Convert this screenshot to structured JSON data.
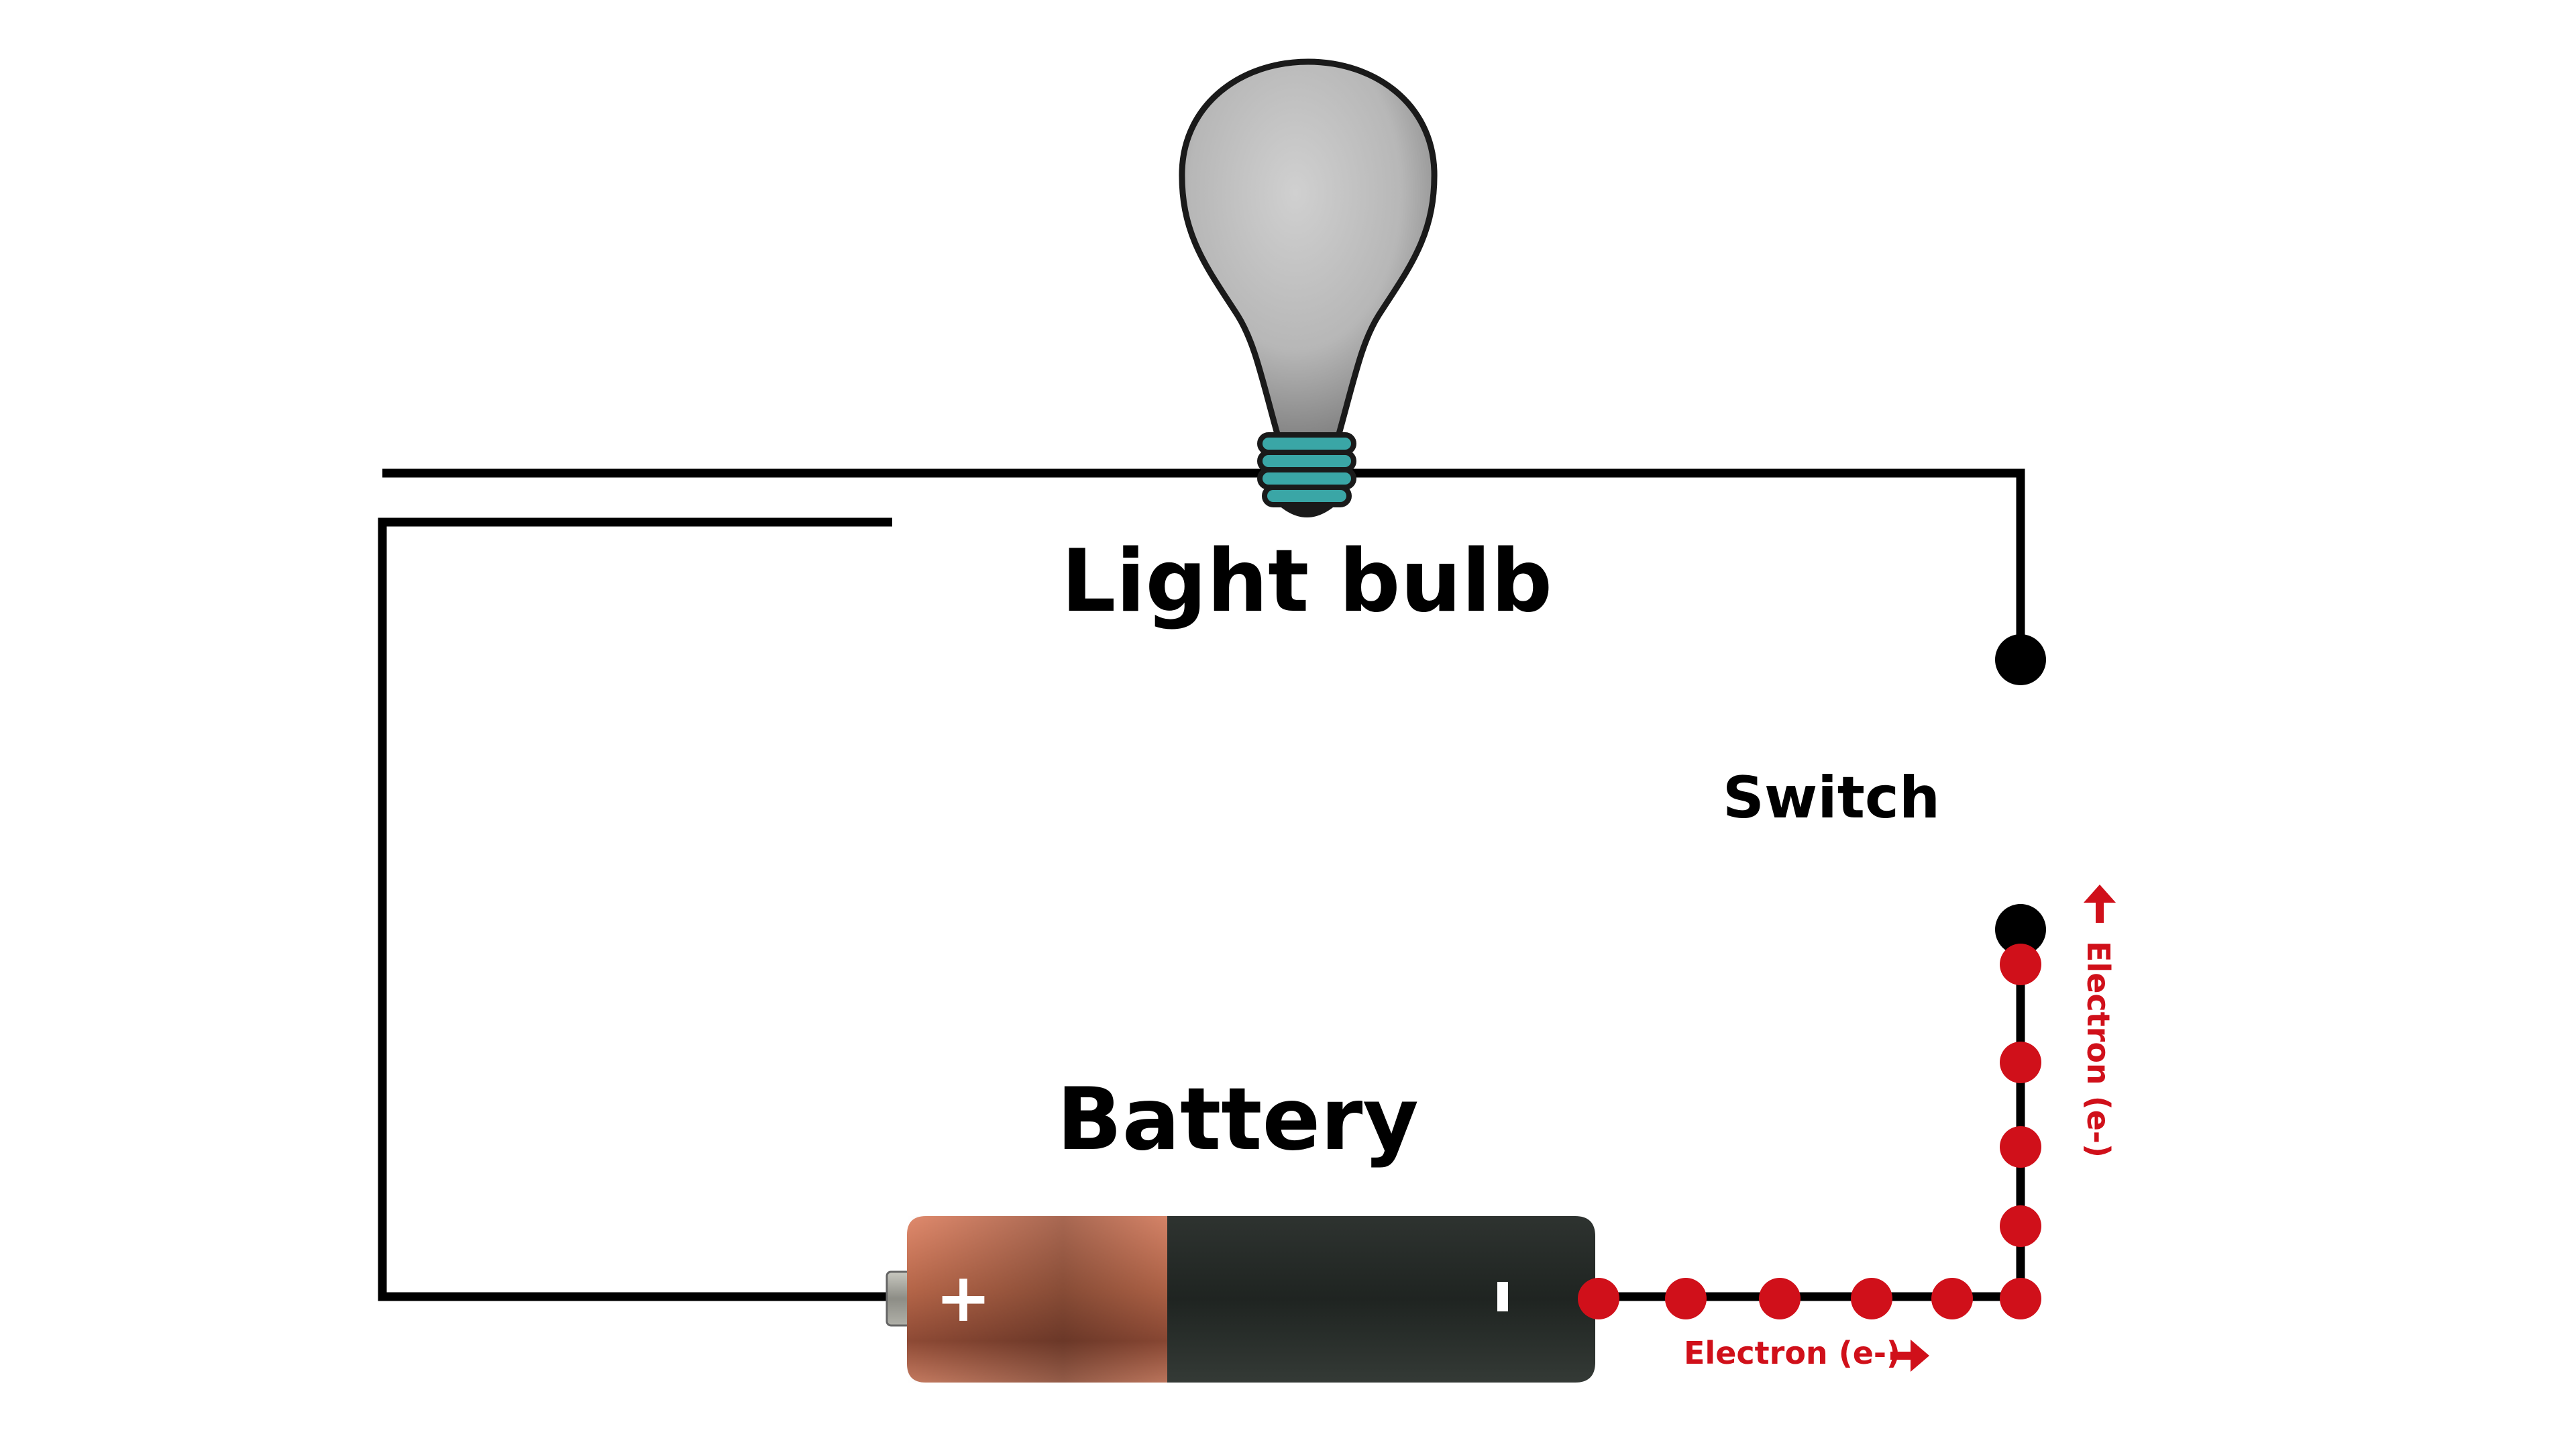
{
  "labels": {
    "light_bulb": "Light bulb",
    "switch": "Switch",
    "battery": "Battery",
    "battery_positive": "+",
    "battery_negative": "-",
    "electron_horizontal": "Electron (e-)",
    "electron_vertical": "Electron (e-)"
  },
  "colors": {
    "wire": "#000000",
    "electron": "#d0101a",
    "battery_positive_end": "#c9745a",
    "battery_body": "#232825",
    "bulb_glass": "#b5b5b5",
    "bulb_base": "#3aa6a6",
    "switch_terminal": "#000000"
  },
  "icons": {
    "bulb": "light-bulb-icon",
    "battery": "battery-icon",
    "electron": "electron-dot-icon",
    "arrow_right": "arrow-right-icon",
    "arrow_up": "arrow-up-icon"
  }
}
